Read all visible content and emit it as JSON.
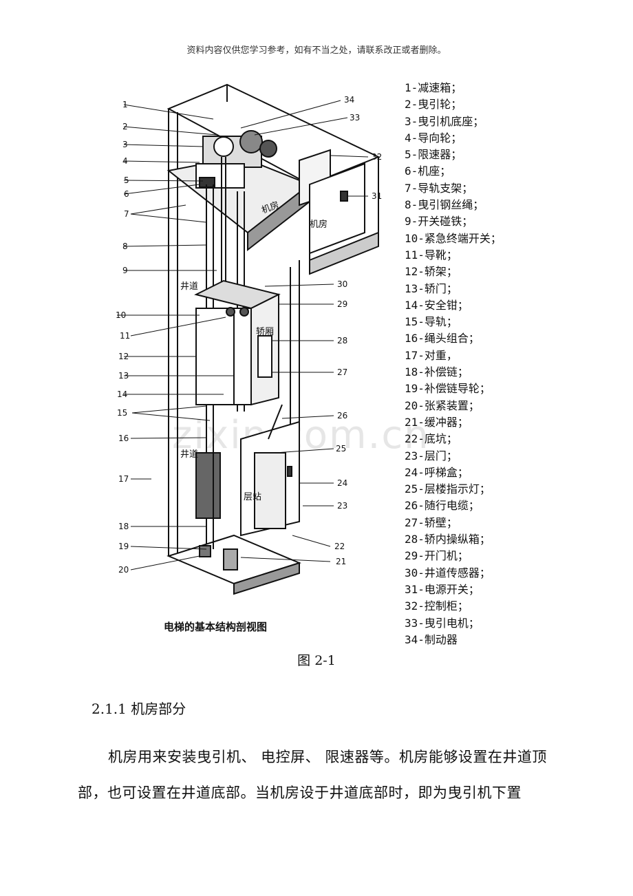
{
  "header_note": "资料内容仅供您学习参考，如有不当之处，请联系改正或者删除。",
  "figure": {
    "inner_title": "电梯的基本结构剖视图",
    "labels": {
      "hoistway_top": "井道",
      "hoistway_bottom": "井道",
      "machine_room_floor": "机房",
      "machine_room_side": "机房",
      "car": "轿厢",
      "landing": "层站"
    },
    "callout_numbers": [
      "1",
      "2",
      "3",
      "4",
      "5",
      "6",
      "7",
      "8",
      "9",
      "10",
      "11",
      "12",
      "13",
      "14",
      "15",
      "16",
      "17",
      "18",
      "19",
      "20",
      "21",
      "22",
      "23",
      "24",
      "25",
      "26",
      "27",
      "28",
      "29",
      "30",
      "31",
      "32",
      "33",
      "34"
    ]
  },
  "legend": [
    "1-减速箱；",
    "2-曳引轮；",
    "3-曳引机底座；",
    "4-导向轮；",
    "5-限速器；",
    "6-机座；",
    "7-导轨支架；",
    "8-曳引钢丝绳；",
    "9-开关碰铁；",
    "10-紧急终端开关；",
    "11-导靴；",
    "12-轿架；",
    "13-轿门；",
    "14-安全钳；",
    "15-导轨；",
    "16-绳头组合；",
    "17-对重，",
    "18-补偿链；",
    "19-补偿链导轮；",
    "20-张紧装置；",
    "21-缓冲器；",
    "22-底坑；",
    "23-层门；",
    "24-呼梯盒；",
    "25-层楼指示灯；",
    "26-随行电缆；",
    "27-轿壁；",
    "28-轿内操纵箱；",
    "29-开门机；",
    "30-井道传感器；",
    "31-电源开关；",
    "32-控制柜；",
    "33-曳引电机；",
    "34-制动器"
  ],
  "figure_caption": "图 2-1",
  "section_heading": "2.1.1 机房部分",
  "body_text": "机房用来安装曳引机、 电控屏、 限速器等。机房能够设置在井道顶部，也可设置在井道底部。当机房设于井道底部时，即为曳引机下置",
  "watermark": "zixin.com.cn"
}
